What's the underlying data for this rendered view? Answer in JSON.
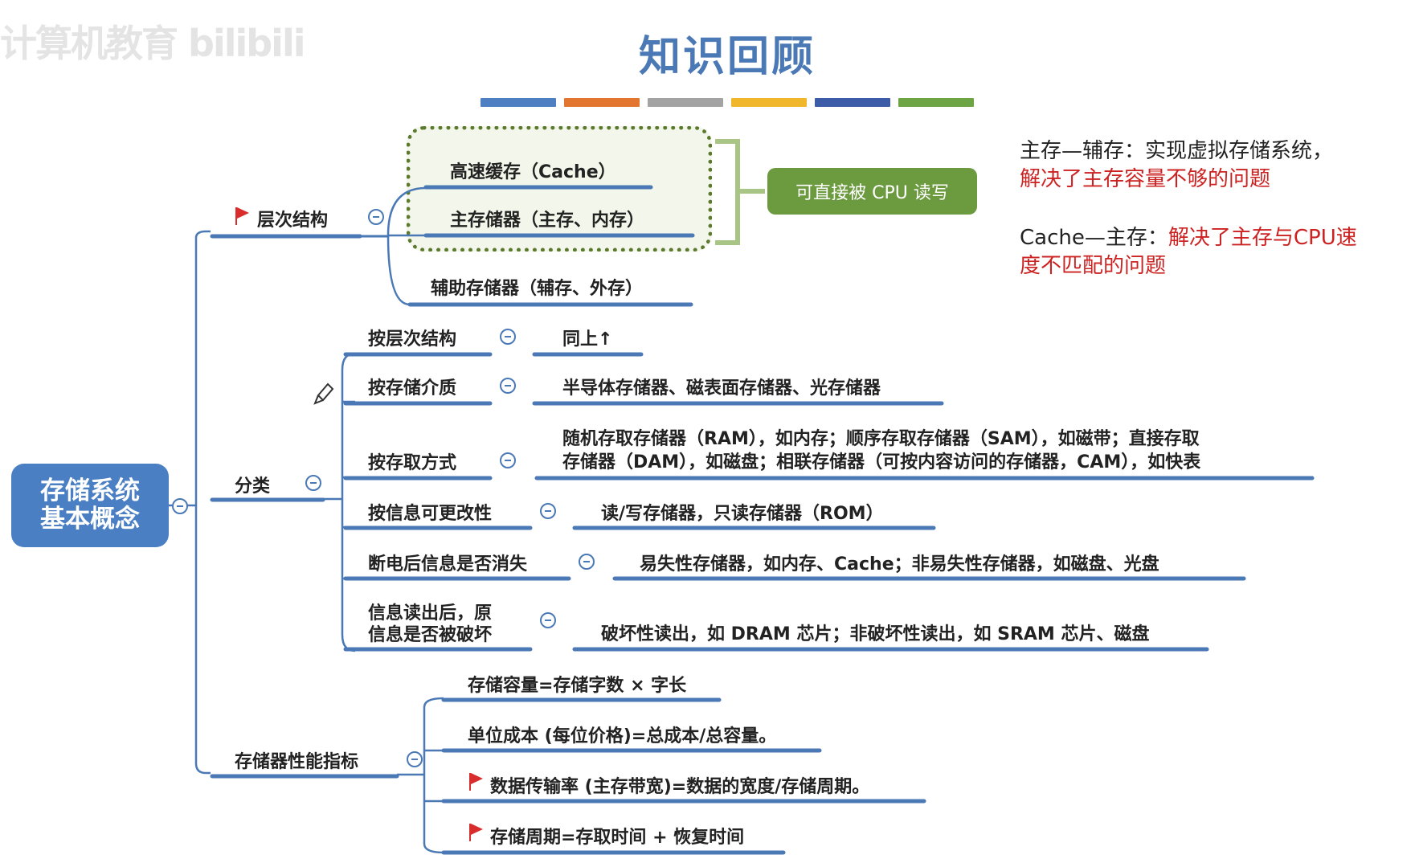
{
  "title": "知识回顾",
  "watermark": "计算机教育 bilibili",
  "color_bars": [
    "#4d7fc2",
    "#e2762f",
    "#a3a3a3",
    "#f0b72d",
    "#3c5ca8",
    "#6ea544"
  ],
  "root": {
    "line1": "存储系统",
    "line2": "基本概念"
  },
  "hierarchy": {
    "label": "层次结构",
    "cache": "高速缓存（Cache）",
    "main_memory": "主存储器（主存、内存）",
    "aux_memory": "辅助存储器（辅存、外存）",
    "cpu_note": "可直接被 CPU 读写"
  },
  "classification": {
    "label": "分类",
    "items": [
      {
        "label": "按层次结构",
        "value": "同上↑"
      },
      {
        "label": "按存储介质",
        "value": "半导体存储器、磁表面存储器、光存储器"
      },
      {
        "label": "按存取方式",
        "value_line1": "随机存取存储器（RAM），如内存；顺序存取存储器（SAM），如磁带；直接存取",
        "value_line2": "存储器（DAM），如磁盘；相联存储器（可按内容访问的存储器，CAM），如快表"
      },
      {
        "label": "按信息可更改性",
        "value": "读/写存储器，只读存储器（ROM）"
      },
      {
        "label": "断电后信息是否消失",
        "value": "易失性存储器，如内存、Cache；非易失性存储器，如磁盘、光盘"
      },
      {
        "label_line1": "信息读出后，原",
        "label_line2": "信息是否被破坏",
        "value": "破坏性读出，如 DRAM 芯片；非破坏性读出，如 SRAM 芯片、磁盘"
      }
    ]
  },
  "performance": {
    "label": "存储器性能指标",
    "items": [
      "存储容量=存储字数 × 字长",
      "单位成本 (每位价格)=总成本/总容量。",
      "数据传输率 (主存带宽)=数据的宽度/存储周期。",
      "存储周期=存取时间 + 恢复时间"
    ]
  },
  "notes": {
    "note1_black": "主存—辅存：实现虚拟存储系统，",
    "note1_red": "解决了主存容量不够的问题",
    "note2_black": "Cache—主存：",
    "note2_red_a": "解决了主存与CPU速",
    "note2_red_b": "度不匹配的问题"
  },
  "colors": {
    "accent": "#4a79b6",
    "root_fill": "#4b7fc3",
    "green": "#6c9a3f",
    "flag": "#d92c2c",
    "note_red": "#cc2222"
  }
}
